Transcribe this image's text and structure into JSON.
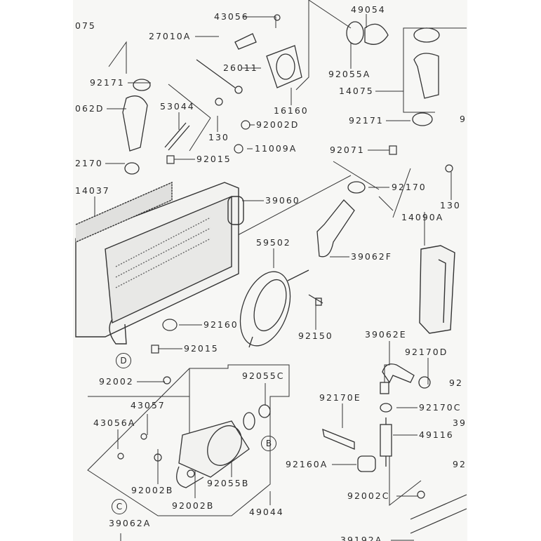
{
  "diagram": {
    "labels": [
      "075",
      "43056",
      "27010A",
      "26011",
      "92171",
      "062D",
      "53044",
      "16160",
      "130",
      "92002D",
      "11009A",
      "2170",
      "92015",
      "14037",
      "39060",
      "49054",
      "92055A",
      "14075",
      "92171",
      "92071",
      "92170",
      "130",
      "14090A",
      "59502",
      "39062F",
      "9",
      "92160",
      "92150",
      "39062E",
      "92170D",
      "92015",
      "92002",
      "92055C",
      "92170E",
      "92170C",
      "43057",
      "43056A",
      "49116",
      "92160A",
      "92055B",
      "92002B",
      "92002B",
      "92002C",
      "49044",
      "39062A",
      "39192A",
      "92",
      "39",
      "92"
    ],
    "callouts": [
      "D",
      "C",
      "B"
    ]
  }
}
